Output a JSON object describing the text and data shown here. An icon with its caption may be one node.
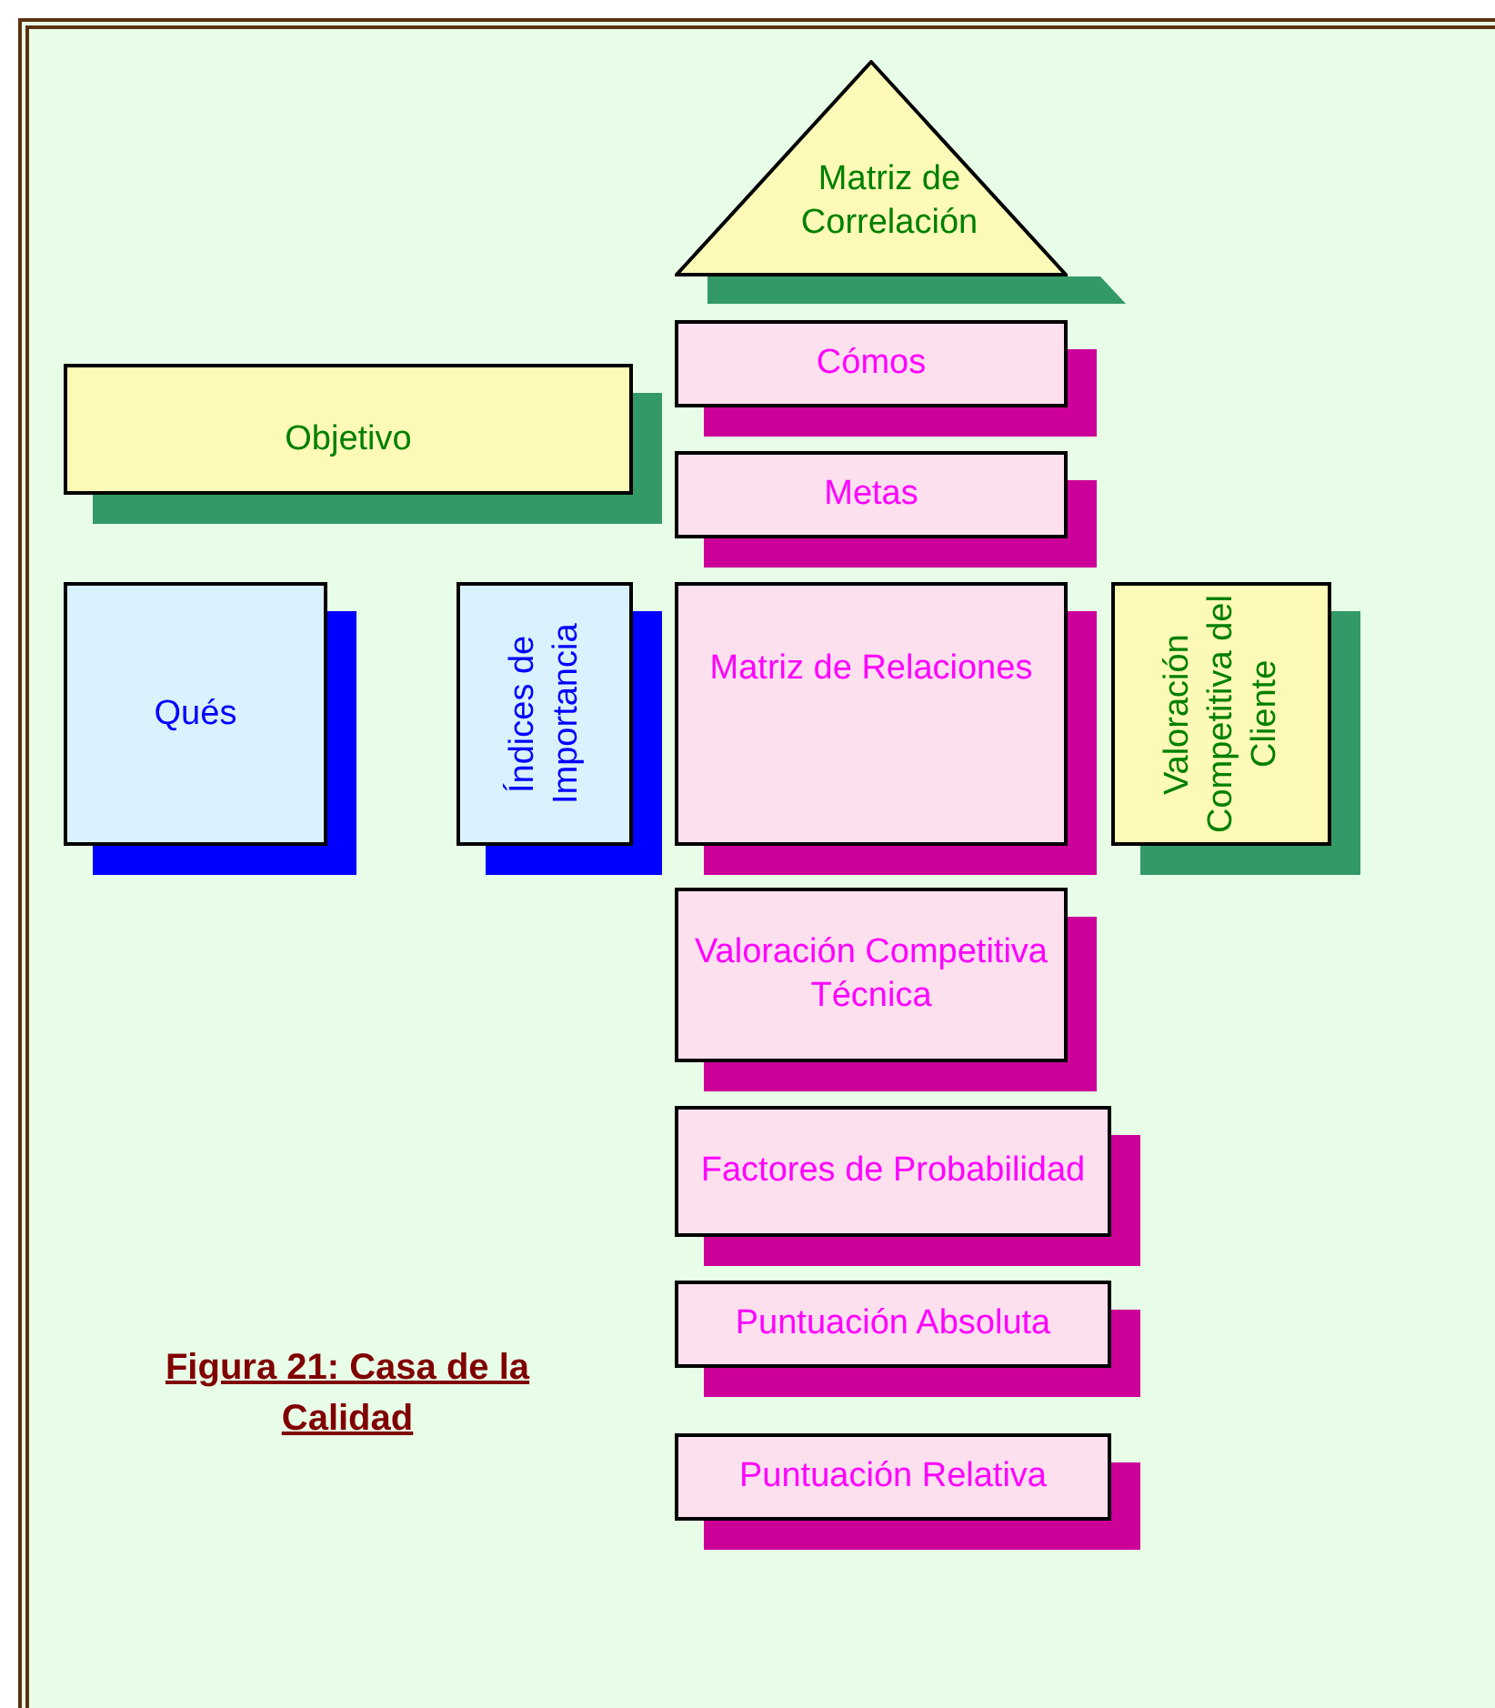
{
  "diagram": {
    "caption": "Figura 21: Casa de la Calidad",
    "nodes": [
      {
        "text": [
          "Matriz de Correlación"
        ]
      },
      {
        "text": [
          "Cómos"
        ]
      },
      {
        "text": [
          "Objetivo"
        ]
      },
      {
        "text": [
          "Metas"
        ]
      },
      {
        "text": [
          "Qués"
        ]
      },
      {
        "text": [
          "Índices de Importancia"
        ]
      },
      {
        "text": [
          "Matriz de Relaciones"
        ]
      },
      {
        "text": [
          "Valoración Competitiva del Cliente"
        ]
      },
      {
        "text": [
          "Valoración Competitiva Técnica"
        ]
      },
      {
        "text": [
          "Factores de Probabilidad"
        ]
      },
      {
        "text": [
          "Puntuación Absoluta"
        ]
      },
      {
        "text": [
          "Puntuación Relativa"
        ]
      }
    ]
  }
}
